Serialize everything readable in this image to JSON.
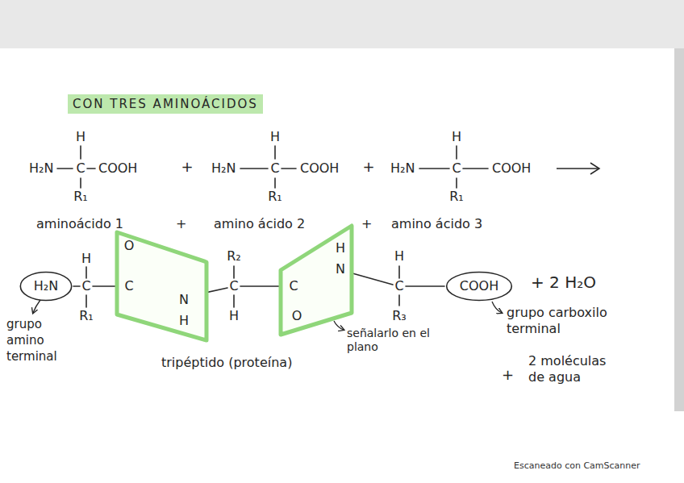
{
  "diagram": {
    "title": "CON TRES AMINOÁCIDOS",
    "nodes": [
      {
        "text": [
          "H₂N"
        ]
      },
      {
        "text": [
          "O",
          "C",
          "N",
          "H"
        ]
      },
      {
        "text": [
          "C",
          "O",
          "H",
          "N"
        ]
      },
      {
        "text": [
          "COOH"
        ]
      }
    ],
    "labels": [
      "H",
      "H₂N",
      "C",
      "COOH",
      "R₁",
      "+",
      "H",
      "H₂N",
      "C",
      "COOH",
      "R₁",
      "+",
      "H",
      "H₂N",
      "C",
      "COOH",
      "R₁",
      "aminoácido 1",
      "+",
      "amino ácido 2",
      "+",
      "amino ácido 3",
      "H",
      "C",
      "R₁",
      "R₂",
      "C",
      "H",
      "H",
      "C",
      "R₃",
      "+ 2 H₂O",
      "grupo amino terminal",
      "tripéptido (proteína)",
      "señalarlo en el plano",
      "grupo carboxilo terminal",
      "+",
      "2 moléculas de agua",
      "Escaneado con CamScanner"
    ]
  }
}
